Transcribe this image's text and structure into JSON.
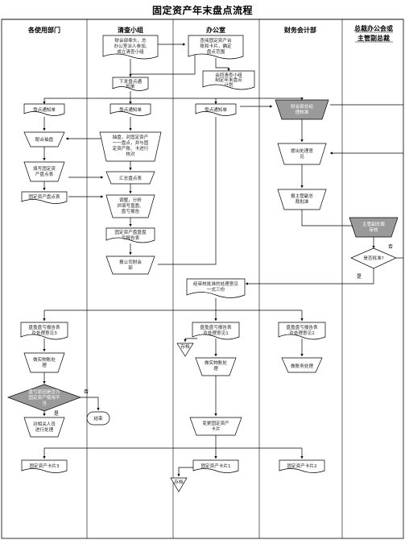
{
  "title": "固定资产年末盘点流程",
  "lanes": [
    "各使用部门",
    "清查小组",
    "办公室",
    "财务会计部",
    "总裁办公会或",
    "主管副总裁"
  ],
  "nodes": {
    "n1": [
      "财会部牵头，总",
      "办公室派人参加,",
      "成立清查小组"
    ],
    "n2": [
      "查阅固定资产台",
      "账和卡片，确定",
      "盘点范围"
    ],
    "n3": [
      "会同清查小组",
      "制定年末盘点",
      "计划"
    ],
    "n4": [
      "下发盘点通",
      "知单"
    ],
    "n5": [
      "盘点通知单"
    ],
    "n6": [
      "盘点通知单"
    ],
    "n7": [
      "盘点通知单"
    ],
    "n8": [
      "财会部总经",
      "理核准"
    ],
    "n9": [
      "配合抽盘"
    ],
    "n10": [
      "抽盘，对固定资产",
      "一一盘点，并与固",
      "定资产账、卡进行",
      "核对"
    ],
    "n11": [
      "提出处理意",
      "见"
    ],
    "n12": [
      "填写固定资",
      "产盘点表"
    ],
    "n13": [
      "汇总盘点表"
    ],
    "n14": [
      "固定资产盘点表"
    ],
    "n15": [
      "调整，分析",
      "并填写盘盈、",
      "盘亏报告"
    ],
    "n16": [
      "报主管副总",
      "裁批准"
    ],
    "n17": [
      "主管副总裁",
      "审核"
    ],
    "n18": [
      "固定资产盘盈盘",
      "亏报告表"
    ],
    "n19": [
      "是否批准?"
    ],
    "n20": [
      "报公司财会",
      "部"
    ],
    "n21": [
      "经审核批准的处理意见",
      "一式三份"
    ],
    "n22": [
      "盘盈盘亏报告表",
      "及处理意见3"
    ],
    "n23": [
      "盘盈盘亏报告表",
      "及处理意见1"
    ],
    "n24": [
      "盘盈盘亏报告表",
      "及处理意见2"
    ],
    "n25": [
      "存档"
    ],
    "n26": [
      "做实物账处",
      "理"
    ],
    "n27": [
      "做实物账处",
      "理"
    ],
    "n28": [
      "做账务处理"
    ],
    "n29": [
      "盘亏原因是否为",
      "固定资产使用不",
      "当"
    ],
    "n30": [
      "对相关人员",
      "进行处理"
    ],
    "n31": [
      "结束"
    ],
    "n32": [
      "变更固定资产",
      "卡片"
    ],
    "n33": [
      "固定资产卡片3"
    ],
    "n34": [
      "固定资产卡片1"
    ],
    "n35": [
      "固定资产卡片2"
    ],
    "n36": [
      "存档"
    ]
  },
  "edge_labels": {
    "no_right": "否",
    "yes_down": "是",
    "no_left": "否",
    "yes_left": "是"
  }
}
